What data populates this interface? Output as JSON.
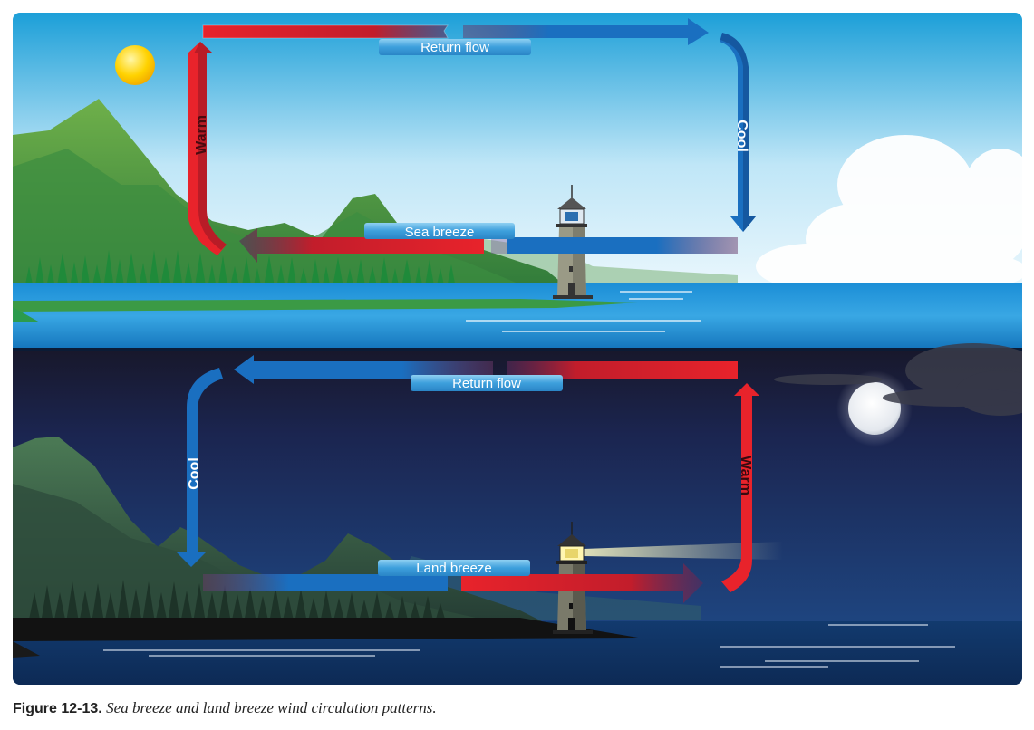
{
  "diagram": {
    "day": {
      "return_flow_label": "Return flow",
      "sea_breeze_label": "Sea breeze",
      "warm_label": "Warm",
      "cool_label": "Cool"
    },
    "night": {
      "return_flow_label": "Return flow",
      "land_breeze_label": "Land breeze",
      "warm_label": "Warm",
      "cool_label": "Cool"
    }
  },
  "colors": {
    "warm_arrow": "#e8232b",
    "cool_arrow": "#1a6fc0",
    "day_sky_top": "#2aa6dc",
    "night_sky_top": "#141428",
    "water": "#1f86c9"
  },
  "caption": {
    "number": "Figure 12-13.",
    "text": "Sea breeze and land breeze wind circulation patterns."
  }
}
